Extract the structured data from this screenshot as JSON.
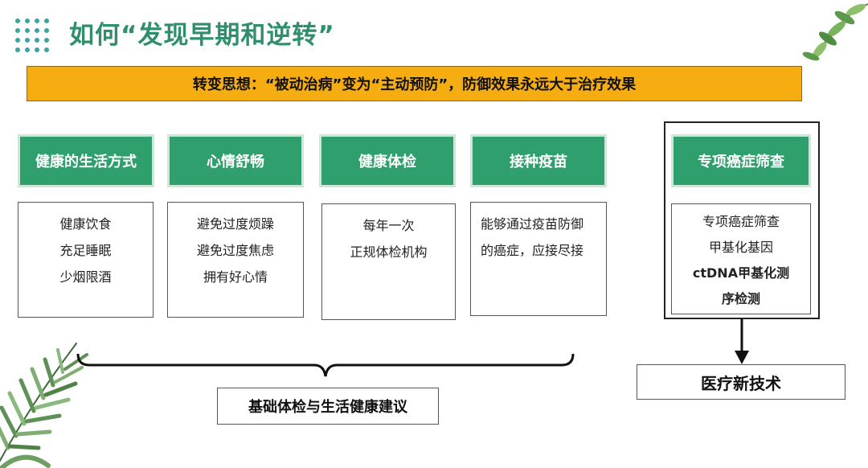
{
  "page": {
    "title": "如何“发现早期和逆转”",
    "banner": "转变思想：“被动治病”变为“主动预防”，防御效果永远大于治疗效果"
  },
  "categories": [
    {
      "label": "健康的生活方式",
      "lines": [
        "健康饮食",
        "充足睡眠",
        "少烟限酒"
      ]
    },
    {
      "label": "心情舒畅",
      "lines": [
        "避免过度烦躁",
        "避免过度焦虑",
        "拥有好心情"
      ]
    },
    {
      "label": "健康体检",
      "lines": [
        "每年一次",
        "正规体检机构"
      ]
    },
    {
      "label": "接种疫苗",
      "lines": [
        "能够通过疫苗防御",
        "的癌症，应接尽接"
      ]
    }
  ],
  "screening": {
    "label": "专项癌症筛查",
    "lines": [
      "专项癌症筛查",
      "甲基化基因",
      "ctDNA甲基化测",
      "序检测"
    ]
  },
  "bottom": {
    "left_label": "基础体检与生活健康建议",
    "right_label": "医疗新技术"
  },
  "colors": {
    "accent_green": "#2f9f6e",
    "title_green": "#2f8f6a",
    "banner_orange": "#f5ad12"
  }
}
